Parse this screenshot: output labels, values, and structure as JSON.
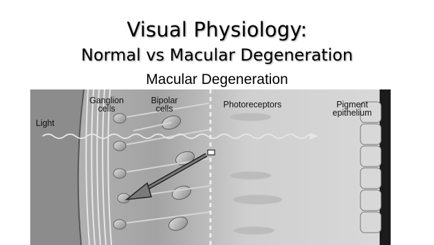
{
  "slide": {
    "title": "Visual Physiology:",
    "subtitle": "Normal vs Macular Degeneration",
    "caption": "Macular Degeneration"
  },
  "figure": {
    "labels": {
      "light": "Light",
      "ganglion_line1": "Ganglion",
      "ganglion_line2": "cells",
      "bipolar_line1": "Bipolar",
      "bipolar_line2": "cells",
      "photoreceptors": "Photoreceptors",
      "pigment_line1": "Pigment",
      "pigment_line2": "epithelium"
    }
  }
}
